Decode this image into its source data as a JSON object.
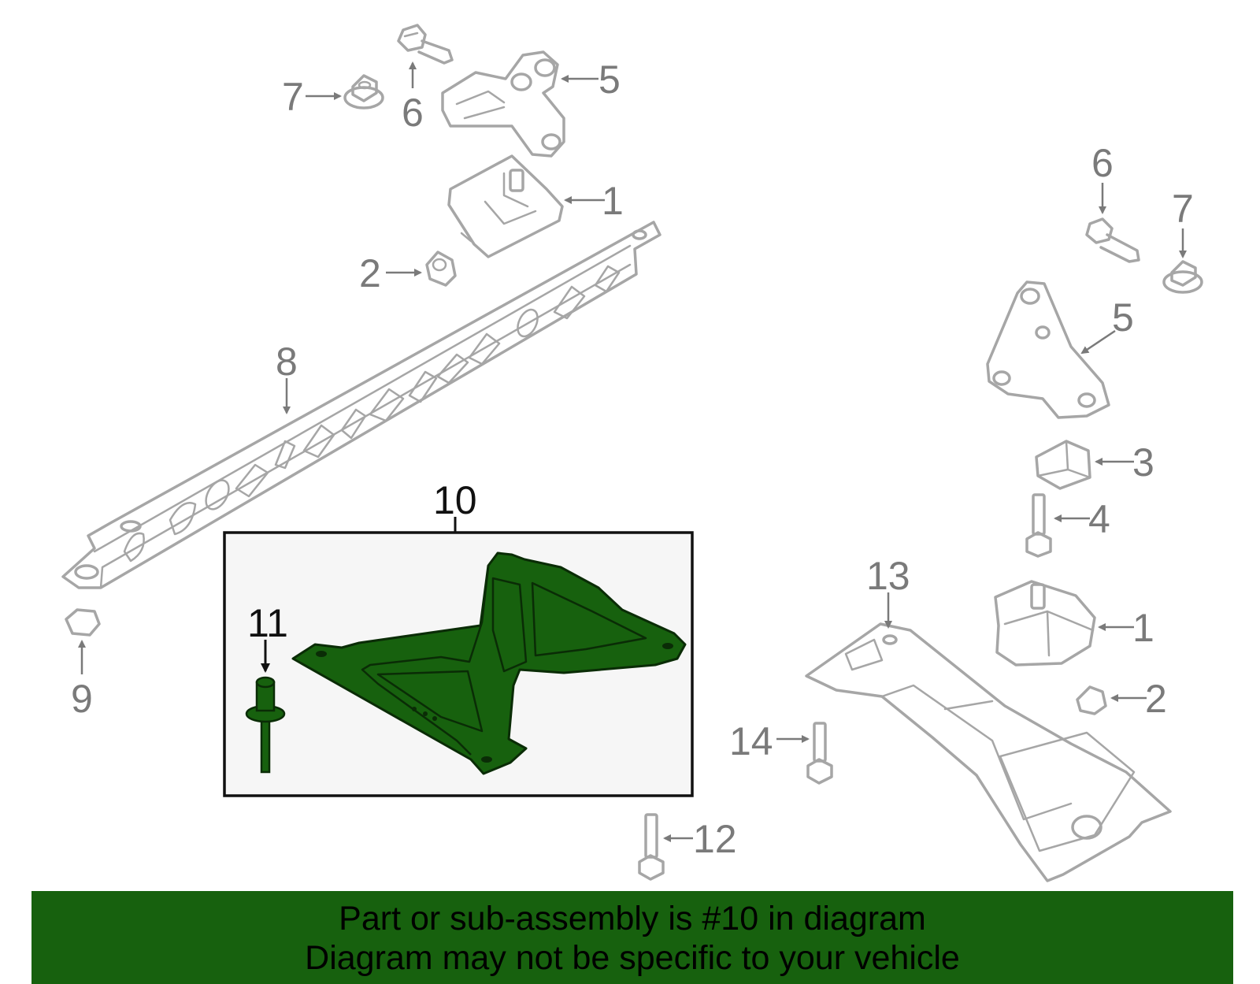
{
  "callouts": {
    "c1_top": "1",
    "c2_top": "2",
    "c5_top": "5",
    "c6_top": "6",
    "c7_top": "7",
    "c8": "8",
    "c9": "9",
    "c10": "10",
    "c11": "11",
    "c6_right": "6",
    "c7_right": "7",
    "c5_right": "5",
    "c3": "3",
    "c4": "4",
    "c13": "13",
    "c1_right": "1",
    "c2_right": "2",
    "c14": "14",
    "c12": "12"
  },
  "banner": {
    "line1": "Part or sub-assembly is #10 in diagram",
    "line2": "Diagram may not be specific to your vehicle"
  },
  "colors": {
    "highlight": "#17610e",
    "part_outline": "#a6a6a6",
    "callout_text": "#7a7a7a"
  }
}
